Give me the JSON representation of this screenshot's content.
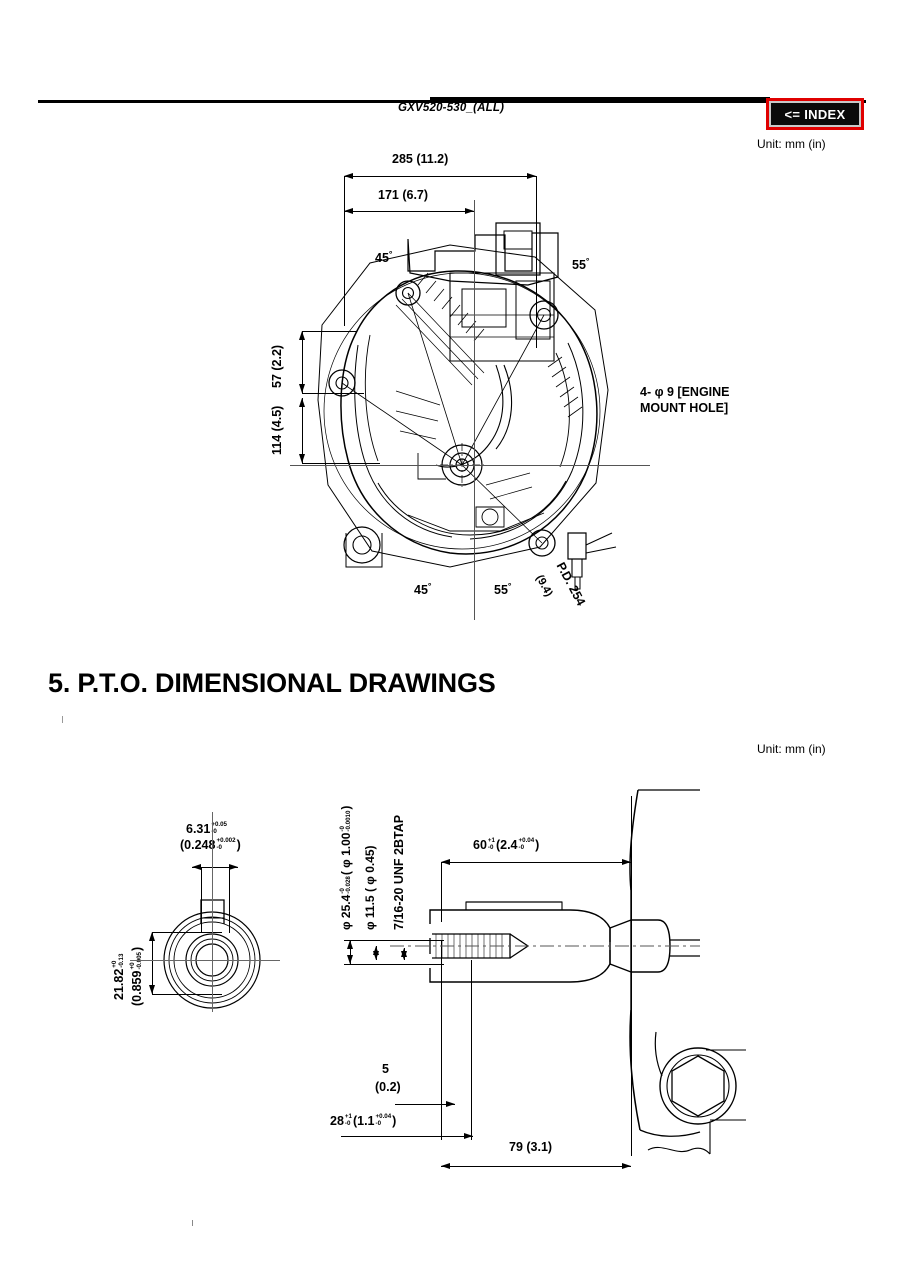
{
  "header": {
    "doc_code": "GXV520-530_(ALL)",
    "index_button_label": "<= INDEX",
    "index_button_border_color": "#e00000",
    "index_button_bg": "#0a0a0a"
  },
  "unit_note_top": "Unit: mm (in)",
  "unit_note_bottom": "Unit: mm (in)",
  "section": {
    "number_and_title": "5. P.T.O. DIMENSIONAL DRAWINGS"
  },
  "engine_drawing": {
    "title": "engine top-view dimensional drawing",
    "dimensions": {
      "overall_width": "285 (11.2)",
      "partial_width": "171 (6.7)",
      "upper_height": "57 (2.2)",
      "lower_height": "114 (4.5)",
      "angle_top_left": "45",
      "angle_top_right": "55",
      "angle_bottom_left": "45",
      "angle_bottom_right": "55",
      "degree_symbol": "°"
    },
    "callouts": {
      "mount_hole_line1": "4- φ 9 [ENGINE",
      "mount_hole_line2": "MOUNT HOLE]",
      "pitch_diameter": "P.D. 254",
      "pitch_diameter_in": "(9.4)"
    }
  },
  "pto_drawing": {
    "title": "P.T.O. shaft dimensional drawing",
    "end_view": {
      "key_width_main": "6.31",
      "key_width_tol_upper": "+0.05",
      "key_width_tol_lower": "-0",
      "key_width_in": "(0.248",
      "key_width_in_tol_upper": "+0.002",
      "key_width_in_tol_lower": "-0",
      "key_width_in_close": ")",
      "shaft_height_main": "21.82",
      "shaft_height_tol_upper": "+0",
      "shaft_height_tol_lower": "-0.13",
      "shaft_height_in": "(0.859",
      "shaft_height_in_tol_upper": "+0",
      "shaft_height_in_tol_lower": "-0.005",
      "shaft_height_in_close": ")"
    },
    "side_view": {
      "shaft_dia_main": "φ 25.4",
      "shaft_dia_tol_upper": "-0",
      "shaft_dia_tol_lower": "-0.028",
      "shaft_dia_in": "( φ 1.00",
      "shaft_dia_in_tol_upper": "-0",
      "shaft_dia_in_tol_lower": "-0.0010",
      "shaft_dia_in_close": ")",
      "bore_dia": "φ 11.5 ( φ 0.45)",
      "thread_spec": "7/16-20 UNF 2BTAP",
      "length_60_main": "60",
      "length_60_tol_upper": "+1",
      "length_60_tol_lower": "-0",
      "length_60_in": "(2.4",
      "length_60_in_tol_upper": "+0.04",
      "length_60_in_tol_lower": "-0",
      "length_60_in_close": ")",
      "length_5": "5",
      "length_5_in": "(0.2)",
      "length_28_main": "28",
      "length_28_tol_upper": "+1",
      "length_28_tol_lower": "-0",
      "length_28_in": "(1.1",
      "length_28_in_tol_upper": "+0.04",
      "length_28_in_tol_lower": "-0",
      "length_28_in_close": ")",
      "length_79": "79 (3.1)"
    }
  }
}
